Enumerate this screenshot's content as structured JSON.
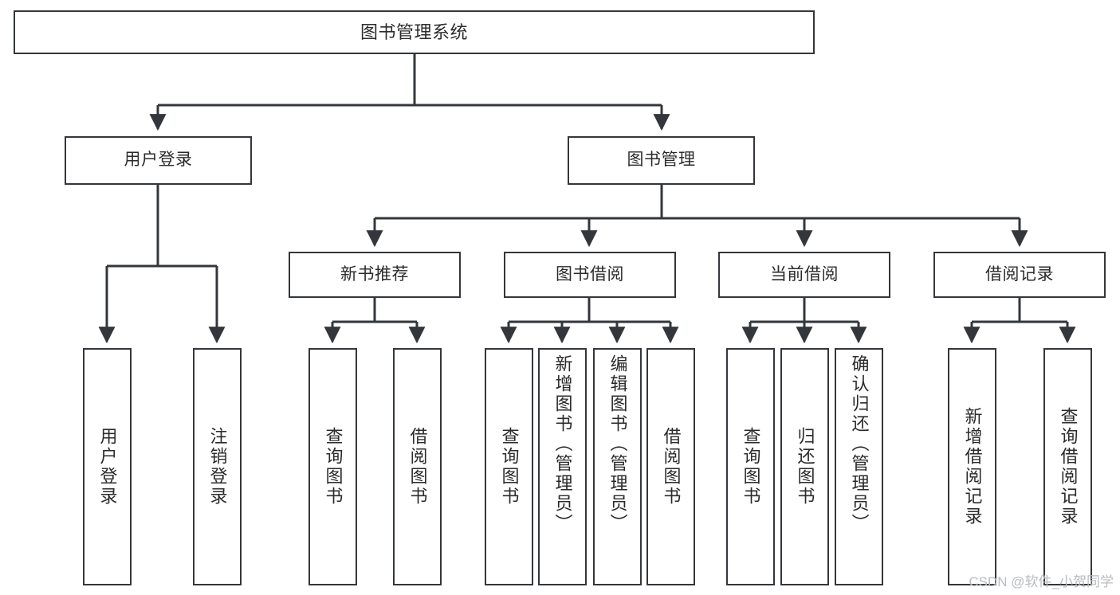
{
  "diagram": {
    "type": "tree-hierarchy-diagram",
    "title": "图书管理系统",
    "watermark": "CSDN @软件_小贺同学",
    "colors": {
      "box_border": "#33373b",
      "box_fill": "#ffffff",
      "connector": "#33373b",
      "text": "#2b2b2b",
      "watermark": "#b9bcc0",
      "background": "#ffffff"
    },
    "root": {
      "id": "root",
      "label": "图书管理系统"
    },
    "level2": [
      {
        "id": "user-login",
        "label": "用户登录"
      },
      {
        "id": "book-manage",
        "label": "图书管理"
      }
    ],
    "level3": [
      {
        "id": "new-book-rec",
        "label": "新书推荐",
        "parent": "book-manage"
      },
      {
        "id": "book-borrow",
        "label": "图书借阅",
        "parent": "book-manage"
      },
      {
        "id": "current-borrow",
        "label": "当前借阅",
        "parent": "book-manage"
      },
      {
        "id": "borrow-record",
        "label": "借阅记录",
        "parent": "book-manage"
      }
    ],
    "leaves": {
      "user-login": [
        {
          "id": "leaf-user-login",
          "label": "用户登录"
        },
        {
          "id": "leaf-logout",
          "label": "注销登录"
        }
      ],
      "new-book-rec": [
        {
          "id": "leaf-query-book-1",
          "label": "查询图书"
        },
        {
          "id": "leaf-borrow-book-1",
          "label": "借阅图书"
        }
      ],
      "book-borrow": [
        {
          "id": "leaf-query-book-2",
          "label": "查询图书"
        },
        {
          "id": "leaf-add-book",
          "label": "新增图书（管理员）"
        },
        {
          "id": "leaf-edit-book",
          "label": "编辑图书（管理员）"
        },
        {
          "id": "leaf-borrow-book-2",
          "label": "借阅图书"
        }
      ],
      "current-borrow": [
        {
          "id": "leaf-query-book-3",
          "label": "查询图书"
        },
        {
          "id": "leaf-return-book",
          "label": "归还图书"
        },
        {
          "id": "leaf-confirm-return",
          "label": "确认归还（管理员）"
        }
      ],
      "borrow-record": [
        {
          "id": "leaf-add-record",
          "label": "新增借阅记录"
        },
        {
          "id": "leaf-query-record",
          "label": "查询借阅记录"
        }
      ]
    }
  }
}
